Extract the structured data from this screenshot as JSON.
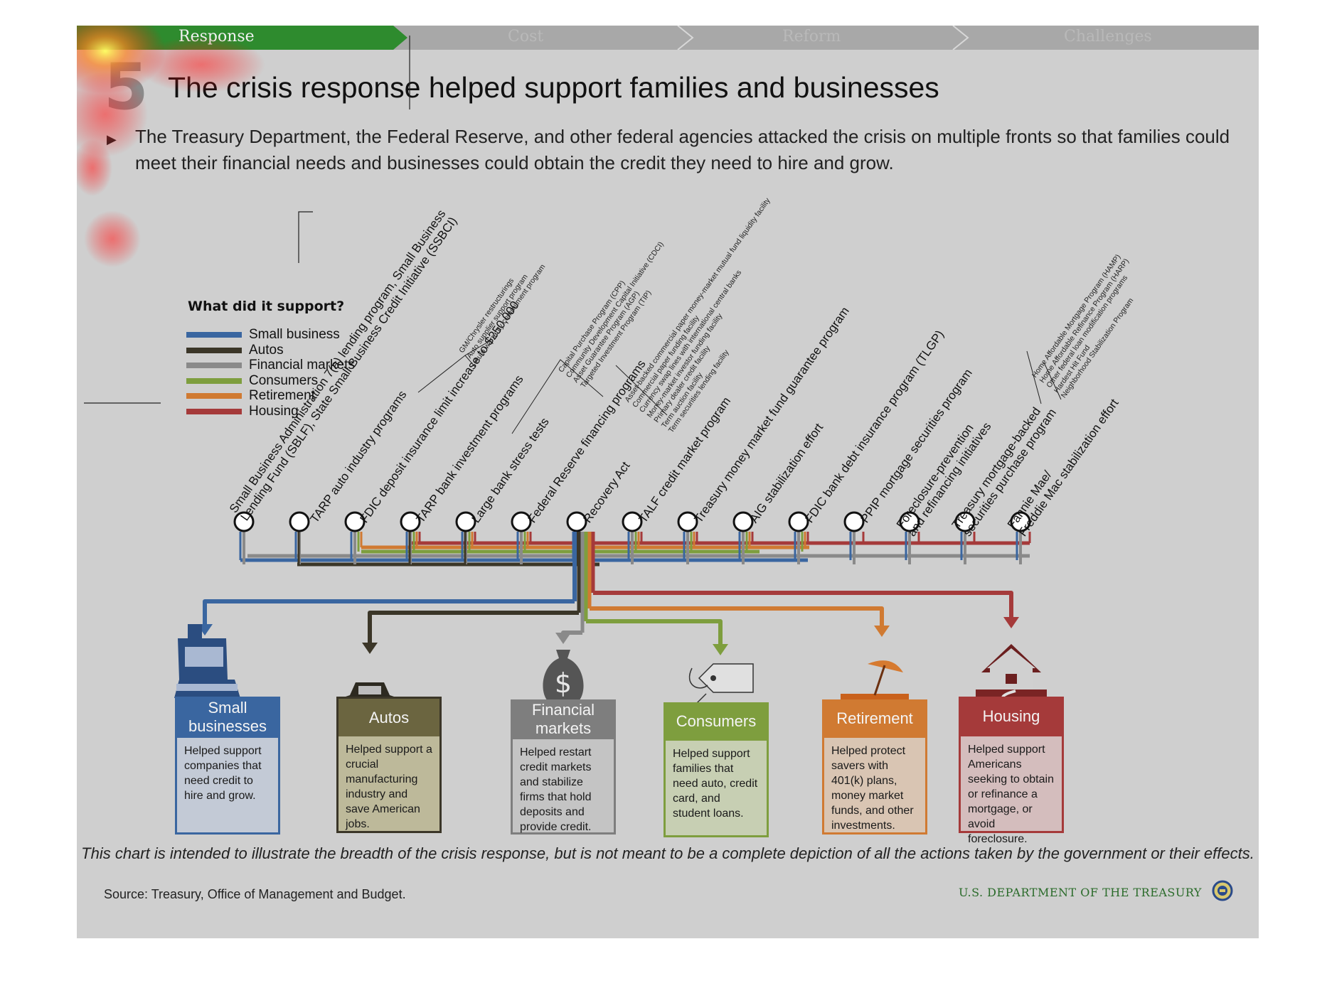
{
  "nav": {
    "tabs": [
      {
        "label": "Response",
        "active": true
      },
      {
        "label": "Cost",
        "active": false
      },
      {
        "label": "Reform",
        "active": false
      },
      {
        "label": "Challenges",
        "active": false
      }
    ]
  },
  "slide_number": "5",
  "title": "The crisis response helped support families and businesses",
  "intro": "The Treasury Department, the Federal Reserve, and other federal agencies attacked the crisis on multiple fronts so that families could meet their financial needs and businesses could obtain the credit they need to hire and grow.",
  "legend": {
    "title": "What did it support?",
    "items": [
      {
        "label": "Small business",
        "color": "#3a66a0"
      },
      {
        "label": "Autos",
        "color": "#3b3628"
      },
      {
        "label": "Financial markets",
        "color": "#8a8a8a"
      },
      {
        "label": "Consumers",
        "color": "#7e9e3e"
      },
      {
        "label": "Retirement",
        "color": "#d07a32"
      },
      {
        "label": "Housing",
        "color": "#a53a3a"
      }
    ]
  },
  "programs": [
    {
      "label": "Small Business Administration 7(a) lending program, Small Business\nLending Fund (SBLF), State Small Business Credit Initiative (SSBCI)"
    },
    {
      "label": "TARP auto industry programs",
      "subitems": "GM/Chrysler restructurings\nAuto supplier support program\nAuto warranty commitment program"
    },
    {
      "label": "FDIC deposit insurance limit increase to $250,000"
    },
    {
      "label": "TARP bank investment programs",
      "subitems": "Capital Purchase Program (CPP)\nCommunity Development Capital Initiative (CDCI)\nAsset Guarantee Program (AGP)\nTargeted Investment Program (TIP)"
    },
    {
      "label": "Large bank stress tests"
    },
    {
      "label": "Federal Reserve financing programs",
      "subitems": "Asset-backed commercial paper money-market mutual fund liquidity facility\nCommercial paper funding facility\nCurrency swap lines with international central banks\nMoney-market investor funding facility\nPrimary dealer credit facility\nTerm auction facility\nTerm securities lending facility"
    },
    {
      "label": "Recovery Act"
    },
    {
      "label": "TALF credit market program"
    },
    {
      "label": "Treasury money market fund guarantee program"
    },
    {
      "label": "AIG stabilization effort"
    },
    {
      "label": "FDIC bank debt insurance program (TLGP)"
    },
    {
      "label": "PPIP mortgage securities program"
    },
    {
      "label": "Foreclosure-prevention\nand refinancing initiatives",
      "subitems": "Home Affordable Mortgage Program (HAMP)\nHome Affordable Refinance Program (HARP)\nOther federal loan modification programs\nHardest Hit Fund\nNeighborhood Stabilization Program"
    },
    {
      "label": "Treasury mortgage-backed\nsecurities purchase program"
    },
    {
      "label": "Fannie Mae/\nFreddie Mac stabilization effort"
    }
  ],
  "categories": [
    {
      "title": "Small\nbusinesses",
      "description": "Helped support companies that need credit to hire and grow.",
      "icon": "cash-register-icon",
      "color": "#3a66a0",
      "body_color": "#c3cad6"
    },
    {
      "title": "Autos",
      "description": "Helped support a crucial manufacturing industry and save American jobs.",
      "icon": "car-icon",
      "color": "#6b6540",
      "body_color": "#bdb99a"
    },
    {
      "title": "Financial\nmarkets",
      "description": "Helped restart credit markets and stabilize firms that hold deposits and provide credit.",
      "icon": "money-bag-icon",
      "color": "#7e7e7e",
      "body_color": "#c4c4c4"
    },
    {
      "title": "Consumers",
      "description": "Helped support families that need auto, credit card, and student loans.",
      "icon": "price-tag-icon",
      "color": "#7e9e3e",
      "body_color": "#c7cfb3"
    },
    {
      "title": "Retirement",
      "description": "Helped protect savers with 401(k) plans, money market funds, and other investments.",
      "icon": "beach-umbrella-icon",
      "color": "#d07a32",
      "body_color": "#d9c5b3"
    },
    {
      "title": "Housing",
      "description": "Helped support Americans seeking to obtain or refinance a mortgage, or avoid foreclosure.",
      "icon": "house-icon",
      "color": "#a53a3a",
      "body_color": "#d4bdbd"
    }
  ],
  "disclaimer": "This chart is intended to illustrate the breadth of the crisis response, but is not meant to be a complete depiction of all the actions taken by the government or their effects.",
  "source": "Source: Treasury, Office of Management and Budget.",
  "agency": "U.S. DEPARTMENT OF THE TREASURY"
}
